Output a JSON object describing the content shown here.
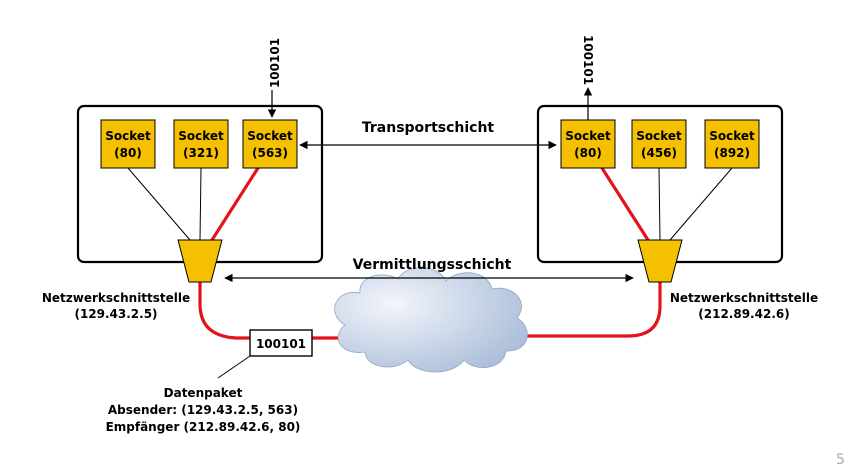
{
  "left_host": {
    "sockets": [
      {
        "label": "Socket",
        "port": "(80)"
      },
      {
        "label": "Socket",
        "port": "(321)"
      },
      {
        "label": "Socket",
        "port": "(563)"
      }
    ],
    "nic_label": "Netzwerkschnittstelle",
    "nic_address": "(129.43.2.5)",
    "incoming_bits": "100101"
  },
  "right_host": {
    "sockets": [
      {
        "label": "Socket",
        "port": "(80)"
      },
      {
        "label": "Socket",
        "port": "(456)"
      },
      {
        "label": "Socket",
        "port": "(892)"
      }
    ],
    "nic_label": "Netzwerkschnittstelle",
    "nic_address": "(212.89.42.6)",
    "outgoing_bits": "100101"
  },
  "layers": {
    "transport": "Transportschicht",
    "network": "Vermittlungsschicht"
  },
  "packet": {
    "bits": "100101",
    "title": "Datenpaket",
    "sender": "Absender: (129.43.2.5, 563)",
    "receiver": "Empfänger (212.89.42.6, 80)"
  },
  "page_number": "5",
  "colors": {
    "socket_fill": "#f5c000",
    "route_red": "#e3131b",
    "cloud_light": "#e8eef8",
    "cloud_dark": "#a9bcd8"
  }
}
